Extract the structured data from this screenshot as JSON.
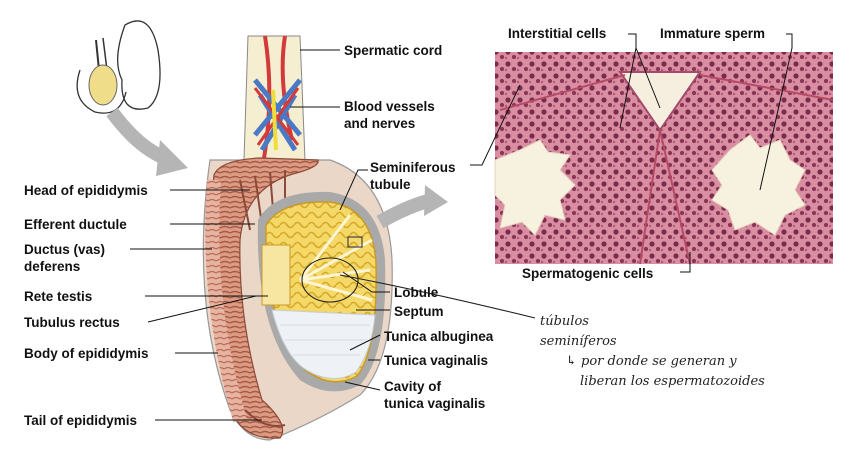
{
  "labels": {
    "spermatic_cord": "Spermatic cord",
    "blood_vessels": "Blood vessels",
    "and_nerves": "and nerves",
    "seminiferous": "Seminiferous",
    "tubule": "tubule",
    "head_epididymis": "Head of epididymis",
    "efferent_ductule": "Efferent ductule",
    "ductus_vas": "Ductus (vas)",
    "deferens": "deferens",
    "rete_testis": "Rete testis",
    "tubulus_rectus": "Tubulus rectus",
    "body_epididymis": "Body of epididymis",
    "tail_epididymis": "Tail of epididymis",
    "lobule": "Lobule",
    "septum": "Septum",
    "tunica_albuginea": "Tunica albuginea",
    "tunica_vaginalis": "Tunica vaginalis",
    "cavity_of": "Cavity of",
    "cavity_tunica": "tunica vaginalis",
    "interstitial_cells": "Interstitial cells",
    "immature_sperm": "Immature sperm",
    "spermatogenic_cells": "Spermatogenic cells"
  },
  "handwriting": {
    "line1": "túbulos",
    "line2": "seminíferos",
    "line3": "↳ por donde se generan y",
    "line4": "liberan los espermatozoides"
  },
  "colors": {
    "epididymis": "#d9967e",
    "epididymis_dark": "#a85a47",
    "tubule_yellow": "#f2d35a",
    "tunica_gray": "#9a9a9a",
    "histology_pink": "#d88a9e",
    "vessel_red": "#d33a3a",
    "vessel_blue": "#4a79c6",
    "arrow_gray": "#b5b5b5"
  }
}
